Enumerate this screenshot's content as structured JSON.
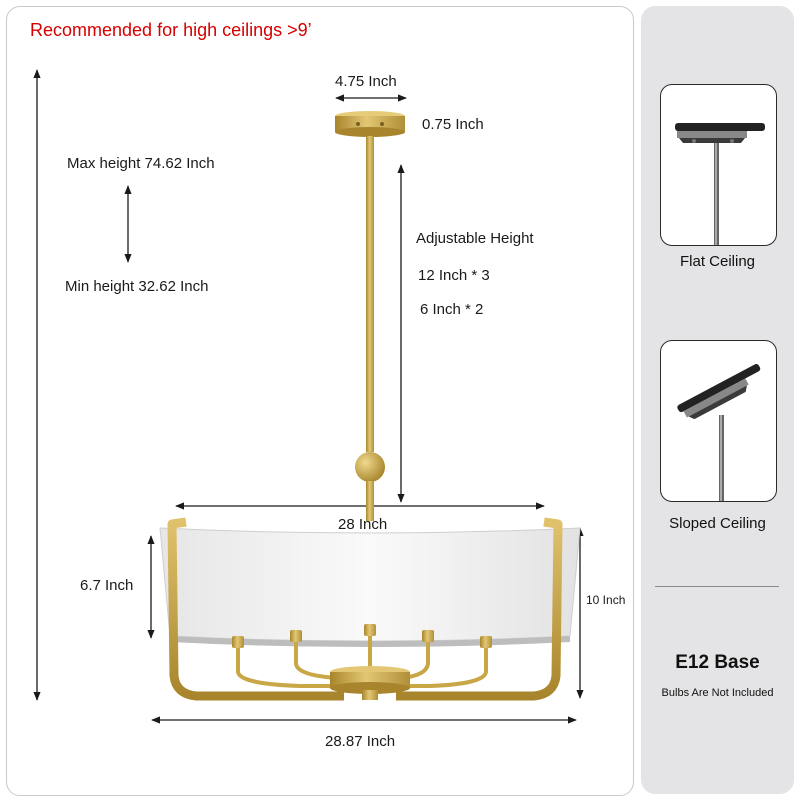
{
  "header": {
    "recommendation": "Recommended for high ceilings >9’"
  },
  "dimensions": {
    "canopy_width": "4.75 Inch",
    "canopy_height": "0.75 Inch",
    "max_height": "Max height 74.62 Inch",
    "min_height": "Min height 32.62 Inch",
    "adjustable_title": "Adjustable Height",
    "rods_12": "12 Inch * 3",
    "rods_6": "6 Inch * 2",
    "shade_diameter": "28 Inch",
    "shade_height": "6.7 Inch",
    "fixture_height": "10 Inch",
    "fixture_width": "28.87 Inch"
  },
  "sidebar": {
    "flat_label": "Flat Ceiling",
    "sloped_label": "Sloped Ceiling",
    "base_title": "E12 Base",
    "base_note": "Bulbs Are Not Included"
  },
  "colors": {
    "accent_red": "#d60000",
    "brass": "#c9a646",
    "panel_gray": "#e4e4e6"
  }
}
